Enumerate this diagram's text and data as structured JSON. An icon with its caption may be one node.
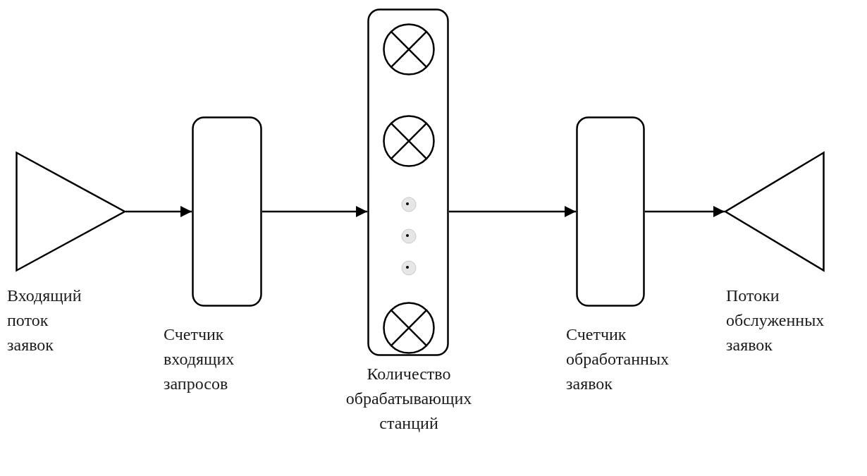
{
  "diagram": {
    "nodes": [
      {
        "text": [
          "Входящий поток заявок"
        ]
      },
      {
        "text": [
          "Счетчик входящих запросов"
        ]
      },
      {
        "text": [
          "Количество обрабатывающих станций"
        ]
      },
      {
        "text": [],
        "shape": "circle",
        "in": 2
      },
      {
        "text": [],
        "shape": "circle",
        "in": 2
      },
      {
        "text": [],
        "shape": "circle",
        "in": 2
      },
      {
        "text": [
          "Счетчик обработанных заявок"
        ]
      },
      {
        "text": [
          "Потоки обслуженных заявок"
        ]
      }
    ],
    "edges": [
      {
        "from": 0,
        "to": 1,
        "arrow": "to"
      },
      {
        "from": 1,
        "to": 2,
        "arrow": "to"
      },
      {
        "from": 2,
        "to": 6,
        "arrow": "to"
      },
      {
        "from": 6,
        "to": 7,
        "arrow": "to"
      }
    ]
  }
}
